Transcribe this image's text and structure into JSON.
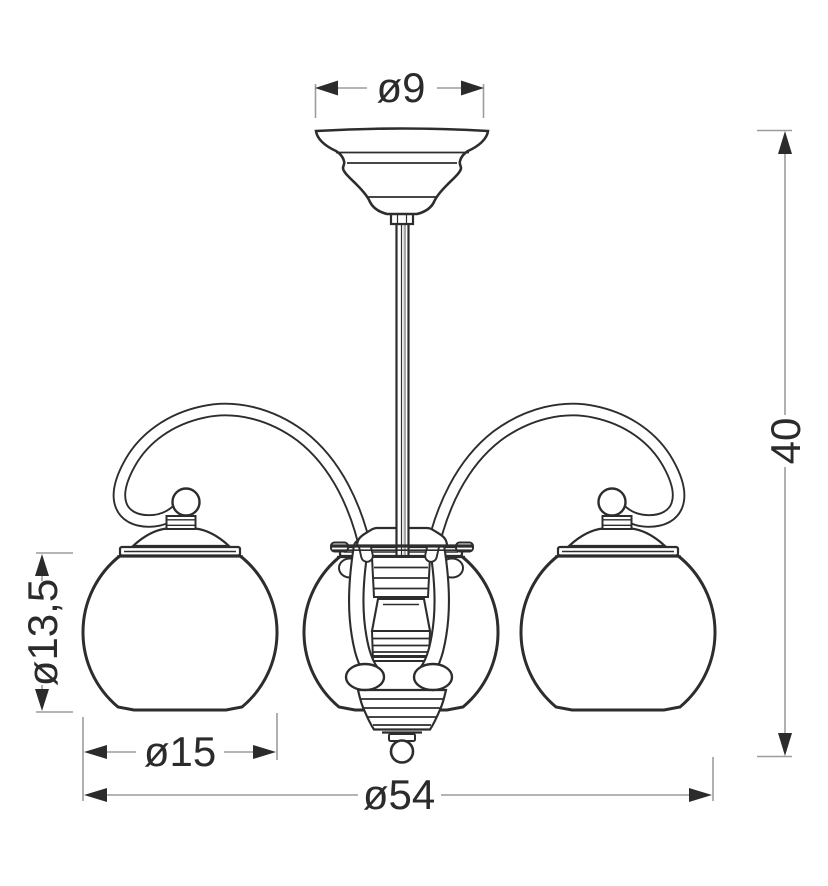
{
  "drawing": {
    "kind": "technical-dimension-drawing",
    "subject": "three-arm chandelier with globe shades, front elevation",
    "outline_color": "#2d2d2d",
    "dimension_line_color": "#9c9c9c",
    "text_color": "#2b2b2b",
    "background": "#ffffff",
    "dimensions": {
      "canopy_diameter": {
        "label": "ø9",
        "value": 9,
        "orientation": "horizontal",
        "position": "top",
        "measures": "ceiling canopy diameter"
      },
      "total_height": {
        "label": "40",
        "value": 40,
        "orientation": "vertical",
        "position": "right",
        "measures": "overall fixture height"
      },
      "shade_height": {
        "label": "ø13,5",
        "value": 13.5,
        "orientation": "vertical",
        "position": "left",
        "measures": "globe shade height diameter"
      },
      "shade_width": {
        "label": "ø15",
        "value": 15,
        "orientation": "horizontal",
        "position": "bottom-left",
        "measures": "globe shade width diameter"
      },
      "total_width": {
        "label": "ø54",
        "value": 54,
        "orientation": "horizontal",
        "position": "bottom",
        "measures": "overall fixture diameter"
      }
    },
    "components": [
      "ceiling-canopy",
      "down-rod",
      "scroll-arm-left",
      "scroll-arm-right",
      "globe-shade-left",
      "globe-shade-center",
      "globe-shade-right",
      "center-column",
      "finial-ball"
    ]
  }
}
